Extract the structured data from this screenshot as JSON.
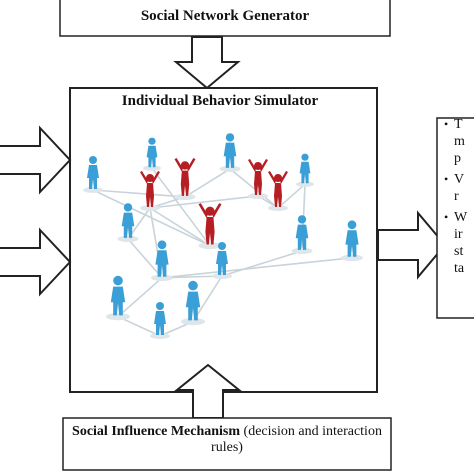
{
  "boxes": {
    "generator": {
      "label": "Social Network Generator"
    },
    "simulator": {
      "label": "Individual Behavior Simulator"
    },
    "influence": {
      "label_bold": "Social Influence Mechanism",
      "label_rest": " (decision and interaction rules)"
    }
  },
  "right_panel": {
    "bullets": [
      {
        "text": "T\nm\np"
      },
      {
        "text": "V\nr"
      },
      {
        "text": "W\nir\nst\nta"
      }
    ]
  },
  "network": {
    "colors": {
      "active": "#b51e22",
      "passive": "#3a9fd6",
      "edge": "#c8d3da"
    },
    "node_types": [
      "passive",
      "passive",
      "active",
      "active",
      "active",
      "active",
      "passive",
      "active",
      "passive",
      "passive",
      "passive",
      "passive",
      "passive",
      "passive",
      "passive",
      "passive",
      "passive"
    ],
    "edges": [
      [
        0,
        2
      ],
      [
        0,
        3
      ],
      [
        1,
        2
      ],
      [
        2,
        4
      ],
      [
        3,
        4
      ],
      [
        3,
        6
      ],
      [
        4,
        5
      ],
      [
        4,
        11
      ],
      [
        5,
        7
      ],
      [
        6,
        7
      ],
      [
        7,
        8
      ],
      [
        8,
        9
      ],
      [
        9,
        12
      ],
      [
        10,
        4
      ],
      [
        10,
        11
      ],
      [
        11,
        12
      ],
      [
        11,
        13
      ],
      [
        11,
        15
      ],
      [
        12,
        14
      ],
      [
        13,
        16
      ],
      [
        14,
        16
      ]
    ]
  }
}
